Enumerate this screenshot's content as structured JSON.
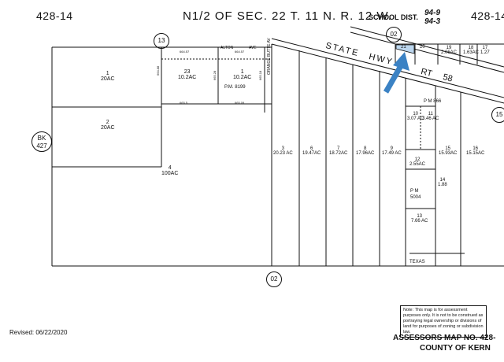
{
  "header": {
    "left_page": "428-14",
    "right_page": "428-14",
    "title": "N1/2 OF SEC. 22 T. 11 N. R. 12 W.",
    "school_label": "SCHOOL DIST.",
    "school_num_top": "94-9",
    "school_num_bottom": "94-3"
  },
  "roads": {
    "highway_word1": "STATE",
    "highway_word2": "HWY",
    "route_word": "RT",
    "route_num": "58",
    "street_left": "ALTON",
    "street_left2": "AVE",
    "street_vertical": "ORANGE BUTTE AV",
    "street_bottom": "TEXAS"
  },
  "circled": {
    "top_left": "13",
    "top_right": "02",
    "bottom": "02",
    "right_edge": "15",
    "book_label": "BK",
    "book_num": "427"
  },
  "parcels": [
    {
      "num": "1",
      "area": "20AC"
    },
    {
      "num": "2",
      "area": "20AC"
    },
    {
      "num": "4",
      "area": "100AC"
    },
    {
      "num": "23",
      "area": "10.2AC"
    },
    {
      "num": "1",
      "area": "10.2AC"
    },
    {
      "num": "3",
      "area": "20.23 AC"
    },
    {
      "num": "6",
      "area": "19.47AC"
    },
    {
      "num": "7",
      "area": "18.72AC"
    },
    {
      "num": "8",
      "area": "17.96AC"
    },
    {
      "num": "9",
      "area": "17.49 AC"
    },
    {
      "num": "15",
      "area": "15.93AC"
    },
    {
      "num": "16",
      "area": "15.15AC"
    },
    {
      "num": "19",
      "area": "2.06AC"
    },
    {
      "num": "18",
      "area": "1.63AC"
    },
    {
      "num": "17",
      "area": "1.27"
    },
    {
      "num": "21",
      "area": ""
    },
    {
      "num": "20",
      "area": ""
    },
    {
      "num": "10",
      "area": "3.07 AC"
    },
    {
      "num": "11",
      "area": "3.46 AC"
    },
    {
      "num": "12",
      "area": "2.55AC"
    },
    {
      "num": "13",
      "area": "7.66 AC"
    },
    {
      "num": "14",
      "area": "1.88"
    }
  ],
  "parcel_maps": {
    "pm1": "P.M. 8199",
    "pm2": "P M 866",
    "pm3": "P M",
    "pm3b": "5004"
  },
  "dimensions": {
    "d1": "664.57",
    "d2": "664.57",
    "d3": "664.88",
    "d4": "665.5",
    "d5": "665.09",
    "d6": "665.28",
    "d7": "665.18"
  },
  "note": "Note: This map is for assessment purposes only. It is not to be construed as portraying legal ownership or divisions of land for purposes of zoning or subdivision law.",
  "revised": "Revised: 06/22/2020",
  "footer": {
    "line1": "ASSESSORS MAP NO. 428-",
    "line2": "COUNTY OF KERN"
  },
  "colors": {
    "ink": "#111111",
    "highlight": "#bcd6ee",
    "arrow": "#3b82c4"
  }
}
